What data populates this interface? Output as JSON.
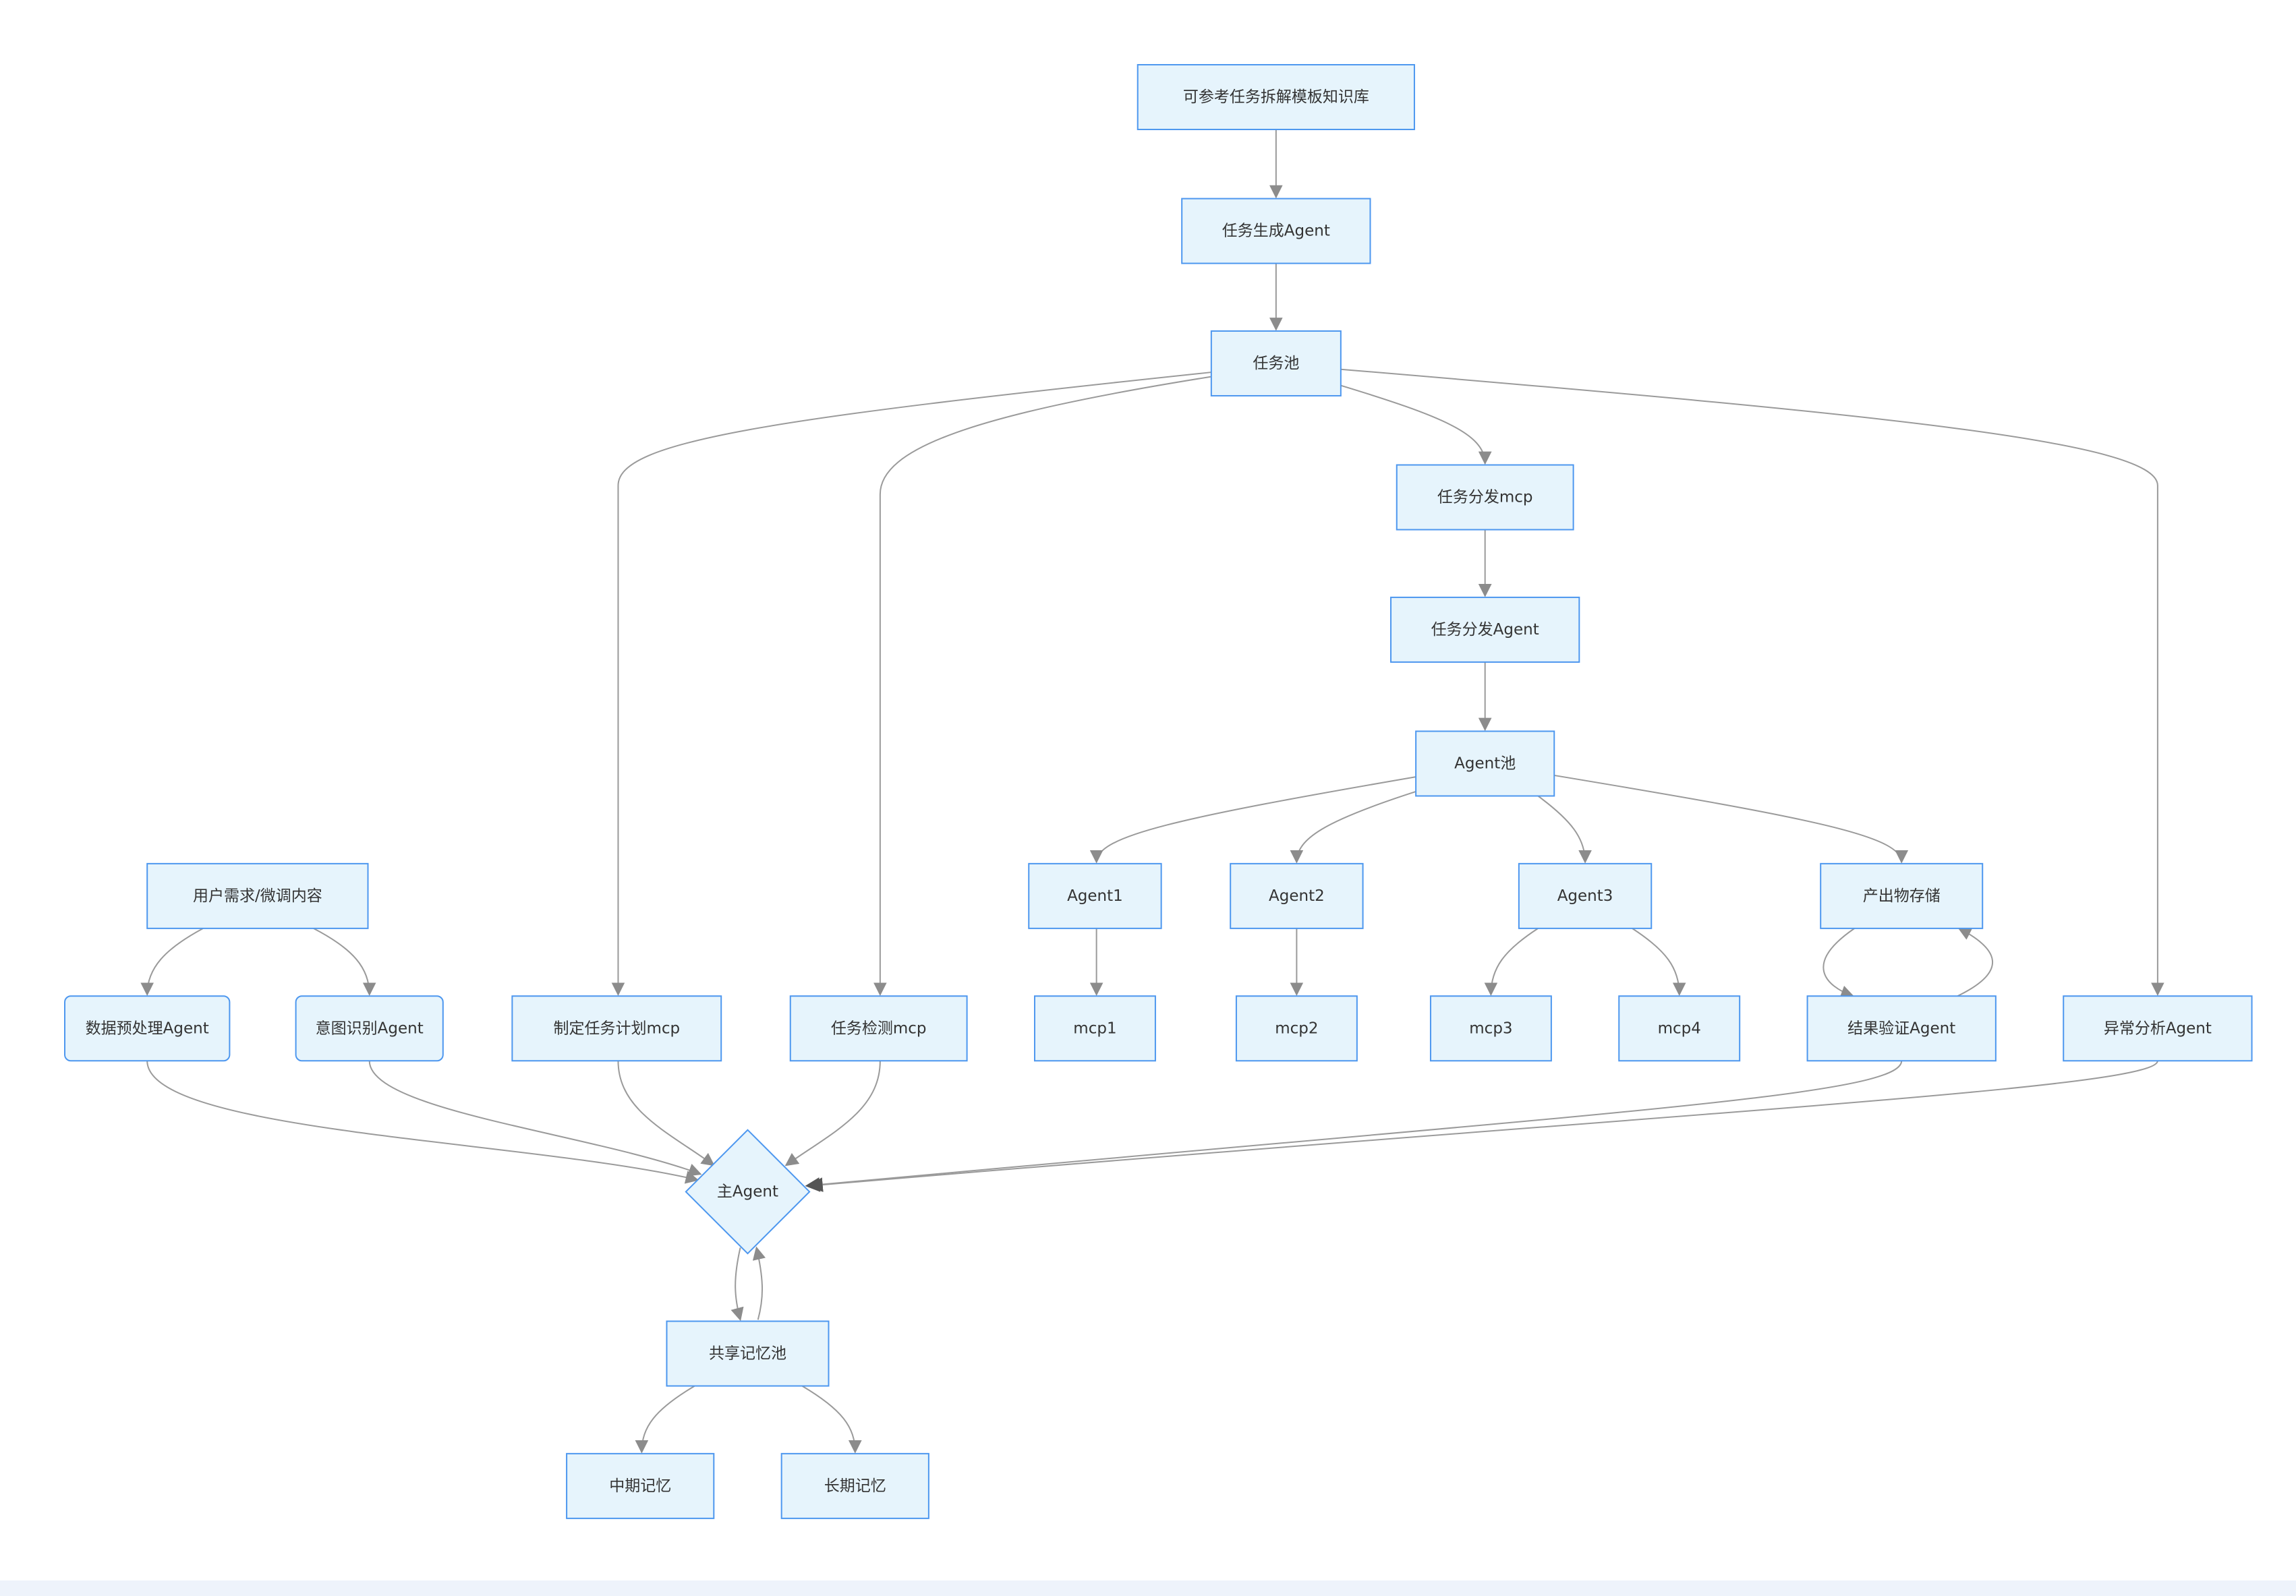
{
  "colors": {
    "node_fill": "#e6f4fc",
    "node_border": "#4d97ef",
    "edge": "#9a9a9a",
    "arrow_head": "#8c8c8c",
    "text": "#333333",
    "footer_strip": "#eef3fb"
  },
  "nodes": [
    {
      "id": "kb",
      "label": "可参考任务拆解模板知识库",
      "shape": "rect"
    },
    {
      "id": "task_gen",
      "label": "任务生成Agent",
      "shape": "rect"
    },
    {
      "id": "task_pool",
      "label": "任务池",
      "shape": "rect"
    },
    {
      "id": "dispatch_mcp",
      "label": "任务分发mcp",
      "shape": "rect"
    },
    {
      "id": "dispatch_agent",
      "label": "任务分发Agent",
      "shape": "rect"
    },
    {
      "id": "agent_pool",
      "label": "Agent池",
      "shape": "rect"
    },
    {
      "id": "user_req",
      "label": "用户需求/微调内容",
      "shape": "rect"
    },
    {
      "id": "agent1",
      "label": "Agent1",
      "shape": "rect"
    },
    {
      "id": "agent2",
      "label": "Agent2",
      "shape": "rect"
    },
    {
      "id": "agent3",
      "label": "Agent3",
      "shape": "rect"
    },
    {
      "id": "artifact_store",
      "label": "产出物存储",
      "shape": "rect"
    },
    {
      "id": "preprocess",
      "label": "数据预处理Agent",
      "shape": "round"
    },
    {
      "id": "intent",
      "label": "意图识别Agent",
      "shape": "round"
    },
    {
      "id": "plan_mcp",
      "label": "制定任务计划mcp",
      "shape": "rect"
    },
    {
      "id": "check_mcp",
      "label": "任务检测mcp",
      "shape": "rect"
    },
    {
      "id": "mcp1",
      "label": "mcp1",
      "shape": "rect"
    },
    {
      "id": "mcp2",
      "label": "mcp2",
      "shape": "rect"
    },
    {
      "id": "mcp3",
      "label": "mcp3",
      "shape": "rect"
    },
    {
      "id": "mcp4",
      "label": "mcp4",
      "shape": "rect"
    },
    {
      "id": "verify",
      "label": "结果验证Agent",
      "shape": "rect"
    },
    {
      "id": "anomaly",
      "label": "异常分析Agent",
      "shape": "rect"
    },
    {
      "id": "main_agent",
      "label": "主Agent",
      "shape": "diamond"
    },
    {
      "id": "shared_mem",
      "label": "共享记忆池",
      "shape": "rect"
    },
    {
      "id": "mid_mem",
      "label": "中期记忆",
      "shape": "rect"
    },
    {
      "id": "long_mem",
      "label": "长期记忆",
      "shape": "rect"
    }
  ],
  "edges": [
    {
      "from": "kb",
      "to": "task_gen"
    },
    {
      "from": "task_gen",
      "to": "task_pool"
    },
    {
      "from": "task_pool",
      "to": "plan_mcp"
    },
    {
      "from": "task_pool",
      "to": "check_mcp"
    },
    {
      "from": "task_pool",
      "to": "dispatch_mcp"
    },
    {
      "from": "task_pool",
      "to": "anomaly"
    },
    {
      "from": "dispatch_mcp",
      "to": "dispatch_agent"
    },
    {
      "from": "dispatch_agent",
      "to": "agent_pool"
    },
    {
      "from": "agent_pool",
      "to": "agent1"
    },
    {
      "from": "agent_pool",
      "to": "agent2"
    },
    {
      "from": "agent_pool",
      "to": "agent3"
    },
    {
      "from": "agent_pool",
      "to": "artifact_store"
    },
    {
      "from": "agent1",
      "to": "mcp1"
    },
    {
      "from": "agent2",
      "to": "mcp2"
    },
    {
      "from": "agent3",
      "to": "mcp3"
    },
    {
      "from": "agent3",
      "to": "mcp4"
    },
    {
      "from": "artifact_store",
      "to": "verify"
    },
    {
      "from": "verify",
      "to": "artifact_store"
    },
    {
      "from": "user_req",
      "to": "preprocess"
    },
    {
      "from": "user_req",
      "to": "intent"
    },
    {
      "from": "preprocess",
      "to": "main_agent"
    },
    {
      "from": "intent",
      "to": "main_agent"
    },
    {
      "from": "plan_mcp",
      "to": "main_agent"
    },
    {
      "from": "check_mcp",
      "to": "main_agent"
    },
    {
      "from": "verify",
      "to": "main_agent"
    },
    {
      "from": "anomaly",
      "to": "main_agent"
    },
    {
      "from": "main_agent",
      "to": "shared_mem"
    },
    {
      "from": "shared_mem",
      "to": "main_agent"
    },
    {
      "from": "shared_mem",
      "to": "mid_mem"
    },
    {
      "from": "shared_mem",
      "to": "long_mem"
    }
  ]
}
